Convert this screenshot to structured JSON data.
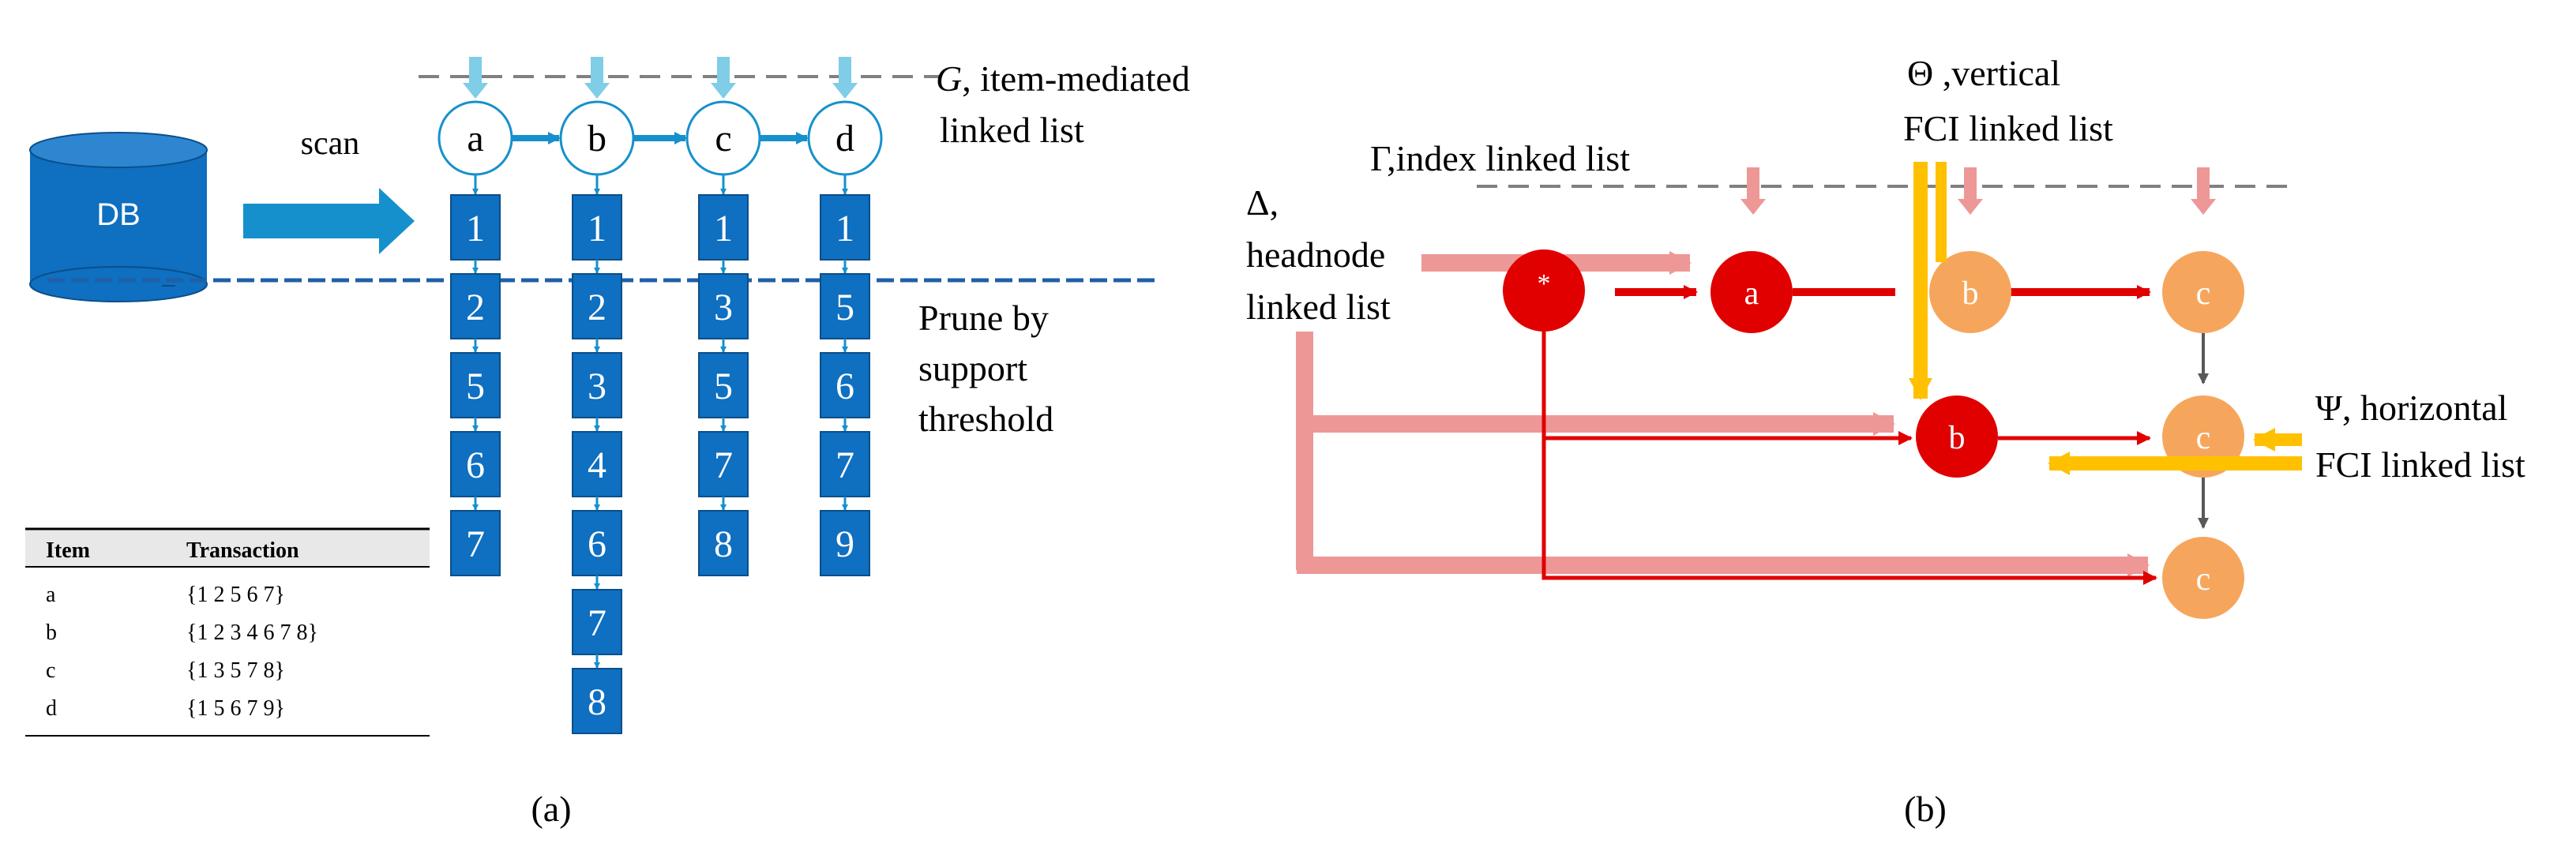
{
  "panel_a": {
    "caption": "(a)",
    "db_label": "DB",
    "scan_label": "scan",
    "list_label_symbol": "G",
    "list_label_line1": ", item-mediated",
    "list_label_line2": "linked list",
    "prune_label": [
      "Prune by",
      "support",
      "threshold"
    ],
    "items": [
      {
        "name": "a",
        "tids": [
          "1",
          "2",
          "5",
          "6",
          "7"
        ]
      },
      {
        "name": "b",
        "tids": [
          "1",
          "2",
          "3",
          "4",
          "6",
          "7",
          "8"
        ]
      },
      {
        "name": "c",
        "tids": [
          "1",
          "3",
          "5",
          "7",
          "8"
        ]
      },
      {
        "name": "d",
        "tids": [
          "1",
          "5",
          "6",
          "7",
          "9"
        ]
      }
    ],
    "table": {
      "headers": [
        "Item",
        "Transaction"
      ],
      "rows": [
        [
          "a",
          "{1 2 5 6 7}"
        ],
        [
          "b",
          "{1 2 3 4 6 7 8}"
        ],
        [
          "c",
          "{1 3 5 7 8}"
        ],
        [
          "d",
          "{1 5 6 7 9}"
        ]
      ]
    }
  },
  "panel_b": {
    "caption": "(b)",
    "index_label": "Γ,index linked list",
    "vertical_label": [
      "Θ ,vertical",
      "FCI linked list"
    ],
    "headnode_label": [
      "Δ,",
      "headnode",
      "linked list"
    ],
    "horizontal_label": [
      "Ψ, horizontal",
      "FCI linked list"
    ],
    "nodes": {
      "root": "*",
      "a": "a",
      "b_top": "b",
      "c_top": "c",
      "b_mid": "b",
      "c_mid": "c",
      "c_bot": "c"
    }
  },
  "colors": {
    "blue": "#0F6FC0",
    "blue_arrow": "#1690CD",
    "light_blue": "#7FCDE6",
    "red": "#E00000",
    "orange": "#F6A65C",
    "pink": "#EE9797",
    "yellow": "#FFC000",
    "grey": "#808080"
  }
}
